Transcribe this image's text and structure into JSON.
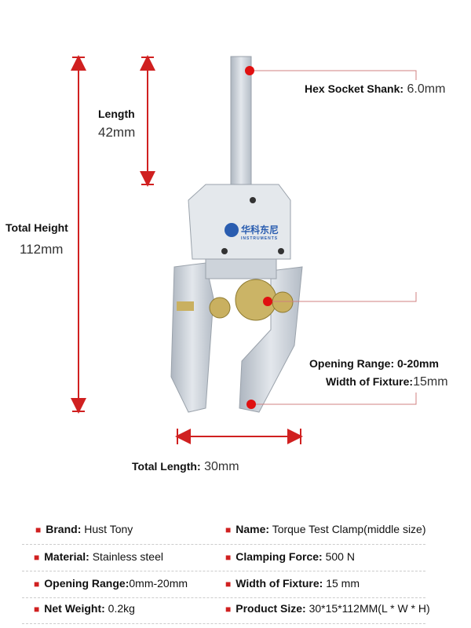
{
  "colors": {
    "accent": "#d02020",
    "metal": "#c9d0d8",
    "brass": "#c9b060"
  },
  "dimensions": {
    "length_label": "Length",
    "length_value": "42mm",
    "total_height_label": "Total Height",
    "total_height_value": "112mm",
    "total_length_label": "Total Length:",
    "total_length_value": "30mm",
    "hex_label": "Hex Socket Shank:",
    "hex_value": "6.0mm",
    "opening_label": "Opening Range:",
    "opening_value": "0-20mm",
    "width_label": "Width of Fixture:",
    "width_value": "15mm"
  },
  "logo": {
    "text": "华科东尼",
    "sub": "INSTRUMENTS"
  },
  "specs": [
    {
      "label": "Brand:",
      "value": "Hust Tony"
    },
    {
      "label": "Name:",
      "value": "Torque Test Clamp(middle size)"
    },
    {
      "label": "Material:",
      "value": "Stainless steel"
    },
    {
      "label": "Clamping Force:",
      "value": "500 N"
    },
    {
      "label": "Opening Range:",
      "value": "0mm-20mm"
    },
    {
      "label": "Width of Fixture:",
      "value": "15 mm"
    },
    {
      "label": "Net Weight:",
      "value": "0.2kg"
    },
    {
      "label": "Product Size:",
      "value": "30*15*112MM(L * W * H)"
    }
  ]
}
